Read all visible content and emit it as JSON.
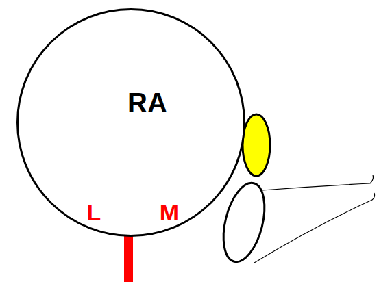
{
  "diagram": {
    "nodes": [
      {
        "text": [
          "RA"
        ]
      }
    ],
    "labels": [
      "L",
      "M"
    ]
  }
}
